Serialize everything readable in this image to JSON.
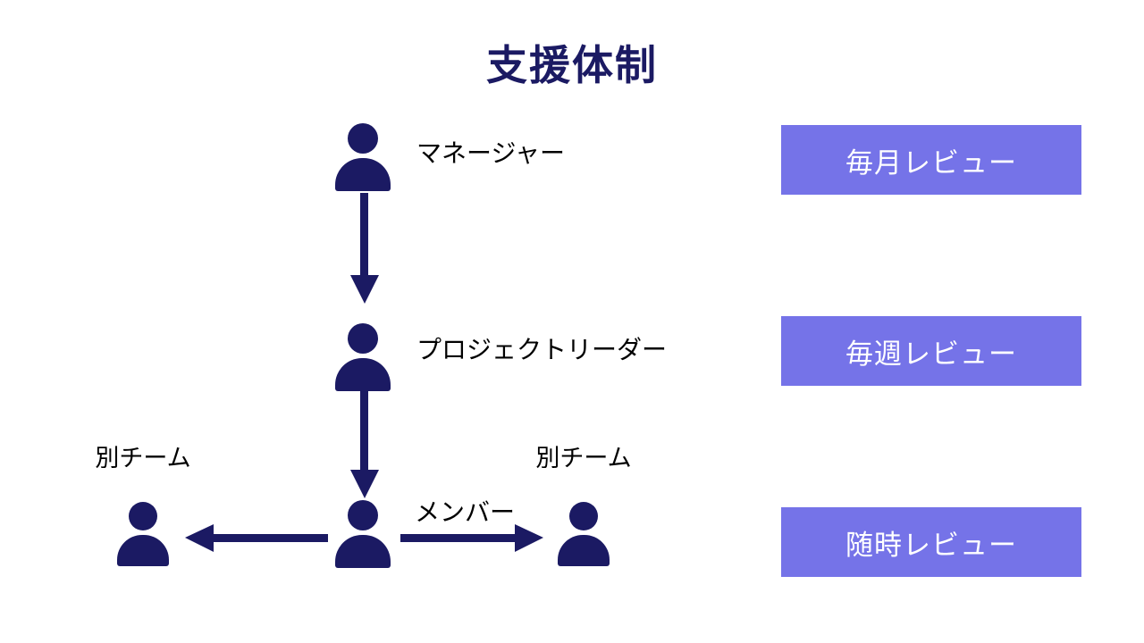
{
  "slide": {
    "title": "支援体制",
    "background": "#ffffff",
    "accent_navy": "#1b1a63",
    "accent_purple": "#7573e8",
    "text_color": "#000000",
    "box_text_color": "#ffffff"
  },
  "hierarchy": {
    "nodes": [
      {
        "id": "manager",
        "label": "マネージャー",
        "icon": "person-icon",
        "level": 1
      },
      {
        "id": "project-leader",
        "label": "プロジェクトリーダー",
        "icon": "person-icon",
        "level": 2
      },
      {
        "id": "member",
        "label": "メンバー",
        "icon": "person-icon",
        "level": 3
      },
      {
        "id": "other-team-left",
        "label": "別チーム",
        "icon": "person-icon",
        "level": 3
      },
      {
        "id": "other-team-right",
        "label": "別チーム",
        "icon": "person-icon",
        "level": 3
      }
    ],
    "connectors": [
      {
        "id": "manager-to-leader",
        "from": "manager",
        "to": "project-leader",
        "direction": "down",
        "icon": "arrow-down-icon"
      },
      {
        "id": "leader-to-member",
        "from": "project-leader",
        "to": "member",
        "direction": "down",
        "icon": "arrow-down-icon"
      },
      {
        "id": "member-to-left-team",
        "from": "member",
        "to": "other-team-left",
        "direction": "left",
        "icon": "arrow-left-icon"
      },
      {
        "id": "member-to-right-team",
        "from": "member",
        "to": "other-team-right",
        "direction": "right",
        "icon": "arrow-right-icon"
      }
    ]
  },
  "review_cadence": {
    "boxes": [
      {
        "id": "monthly",
        "label": "毎月レビュー",
        "aligns_with": "manager"
      },
      {
        "id": "weekly",
        "label": "毎週レビュー",
        "aligns_with": "project-leader"
      },
      {
        "id": "anytime",
        "label": "随時レビュー",
        "aligns_with": "member"
      }
    ]
  }
}
